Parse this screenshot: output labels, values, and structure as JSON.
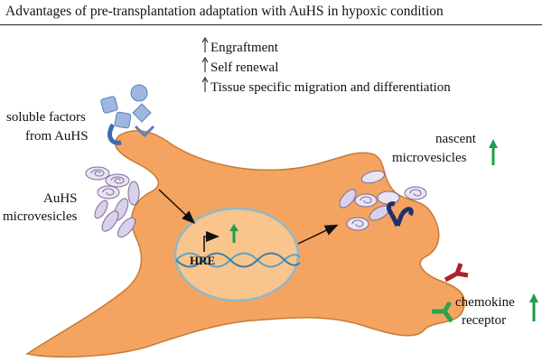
{
  "title": "Advantages of pre-transplantation adaptation with AuHS in hypoxic condition",
  "benefits": [
    "Engraftment",
    "Self renewal",
    "Tissue specific migration and differentiation"
  ],
  "labels": {
    "soluble_line1": "soluble factors",
    "soluble_line2": "from AuHS",
    "auhs_line1": "AuHS",
    "auhs_line2": "microvesicles",
    "nascent_line1": "nascent",
    "nascent_line2": "microvesicles",
    "hre": "HRE",
    "chemokine_line1": "chemokine",
    "chemokine_line2": "receptor"
  },
  "colors": {
    "cell": "#F4A460",
    "cell_stroke": "#C77B35",
    "nucleus": "#F9C58C",
    "nucleus_stroke": "#8FB8C8",
    "vesicle_fill": "#E9E3F2",
    "vesicle_stroke": "#7A6C9A",
    "up_arrow": "#1E9E4A",
    "soluble": "#9DB8E0",
    "receptor_blue": "#1F2F6B",
    "receptor_red": "#B0202A",
    "receptor_green": "#2FA24A",
    "dna": "#5BA4C8"
  }
}
